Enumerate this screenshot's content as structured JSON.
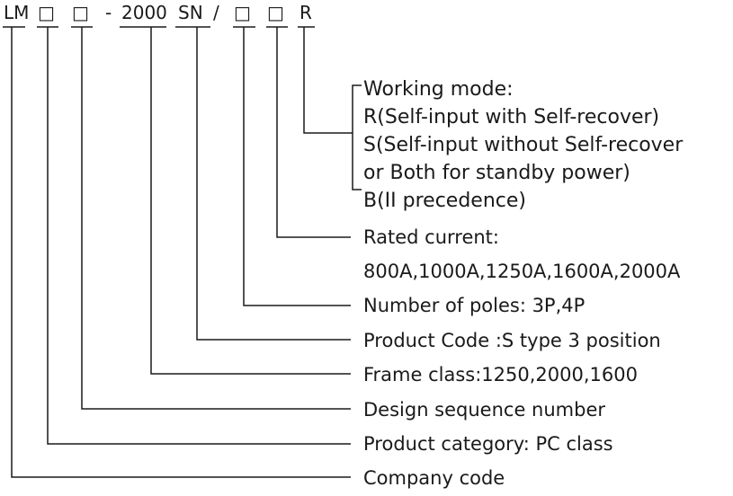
{
  "model_code": {
    "prefix": "LM",
    "box1": "□",
    "box2": "□",
    "dash": "-",
    "frame": "2000",
    "type": "SN",
    "slash": "/",
    "box3": "□",
    "box4": "□",
    "mode": "R"
  },
  "legend": {
    "working_mode": {
      "title": "Working mode:",
      "options": [
        "R(Self-input with Self-recover)",
        "S(Self-input without Self-recover",
        "or Both for standby power)",
        "B(II precedence)"
      ]
    },
    "rated_current": {
      "title": "Rated current:",
      "values": "800A,1000A,1250A,1600A,2000A"
    },
    "number_of_poles": "Number of poles: 3P,4P",
    "product_code": "Product Code :S type 3 position",
    "frame_class": "Frame class:1250,2000,1600",
    "design_sequence": "Design sequence number",
    "product_category": "Product category: PC class",
    "company_code": "Company code"
  }
}
